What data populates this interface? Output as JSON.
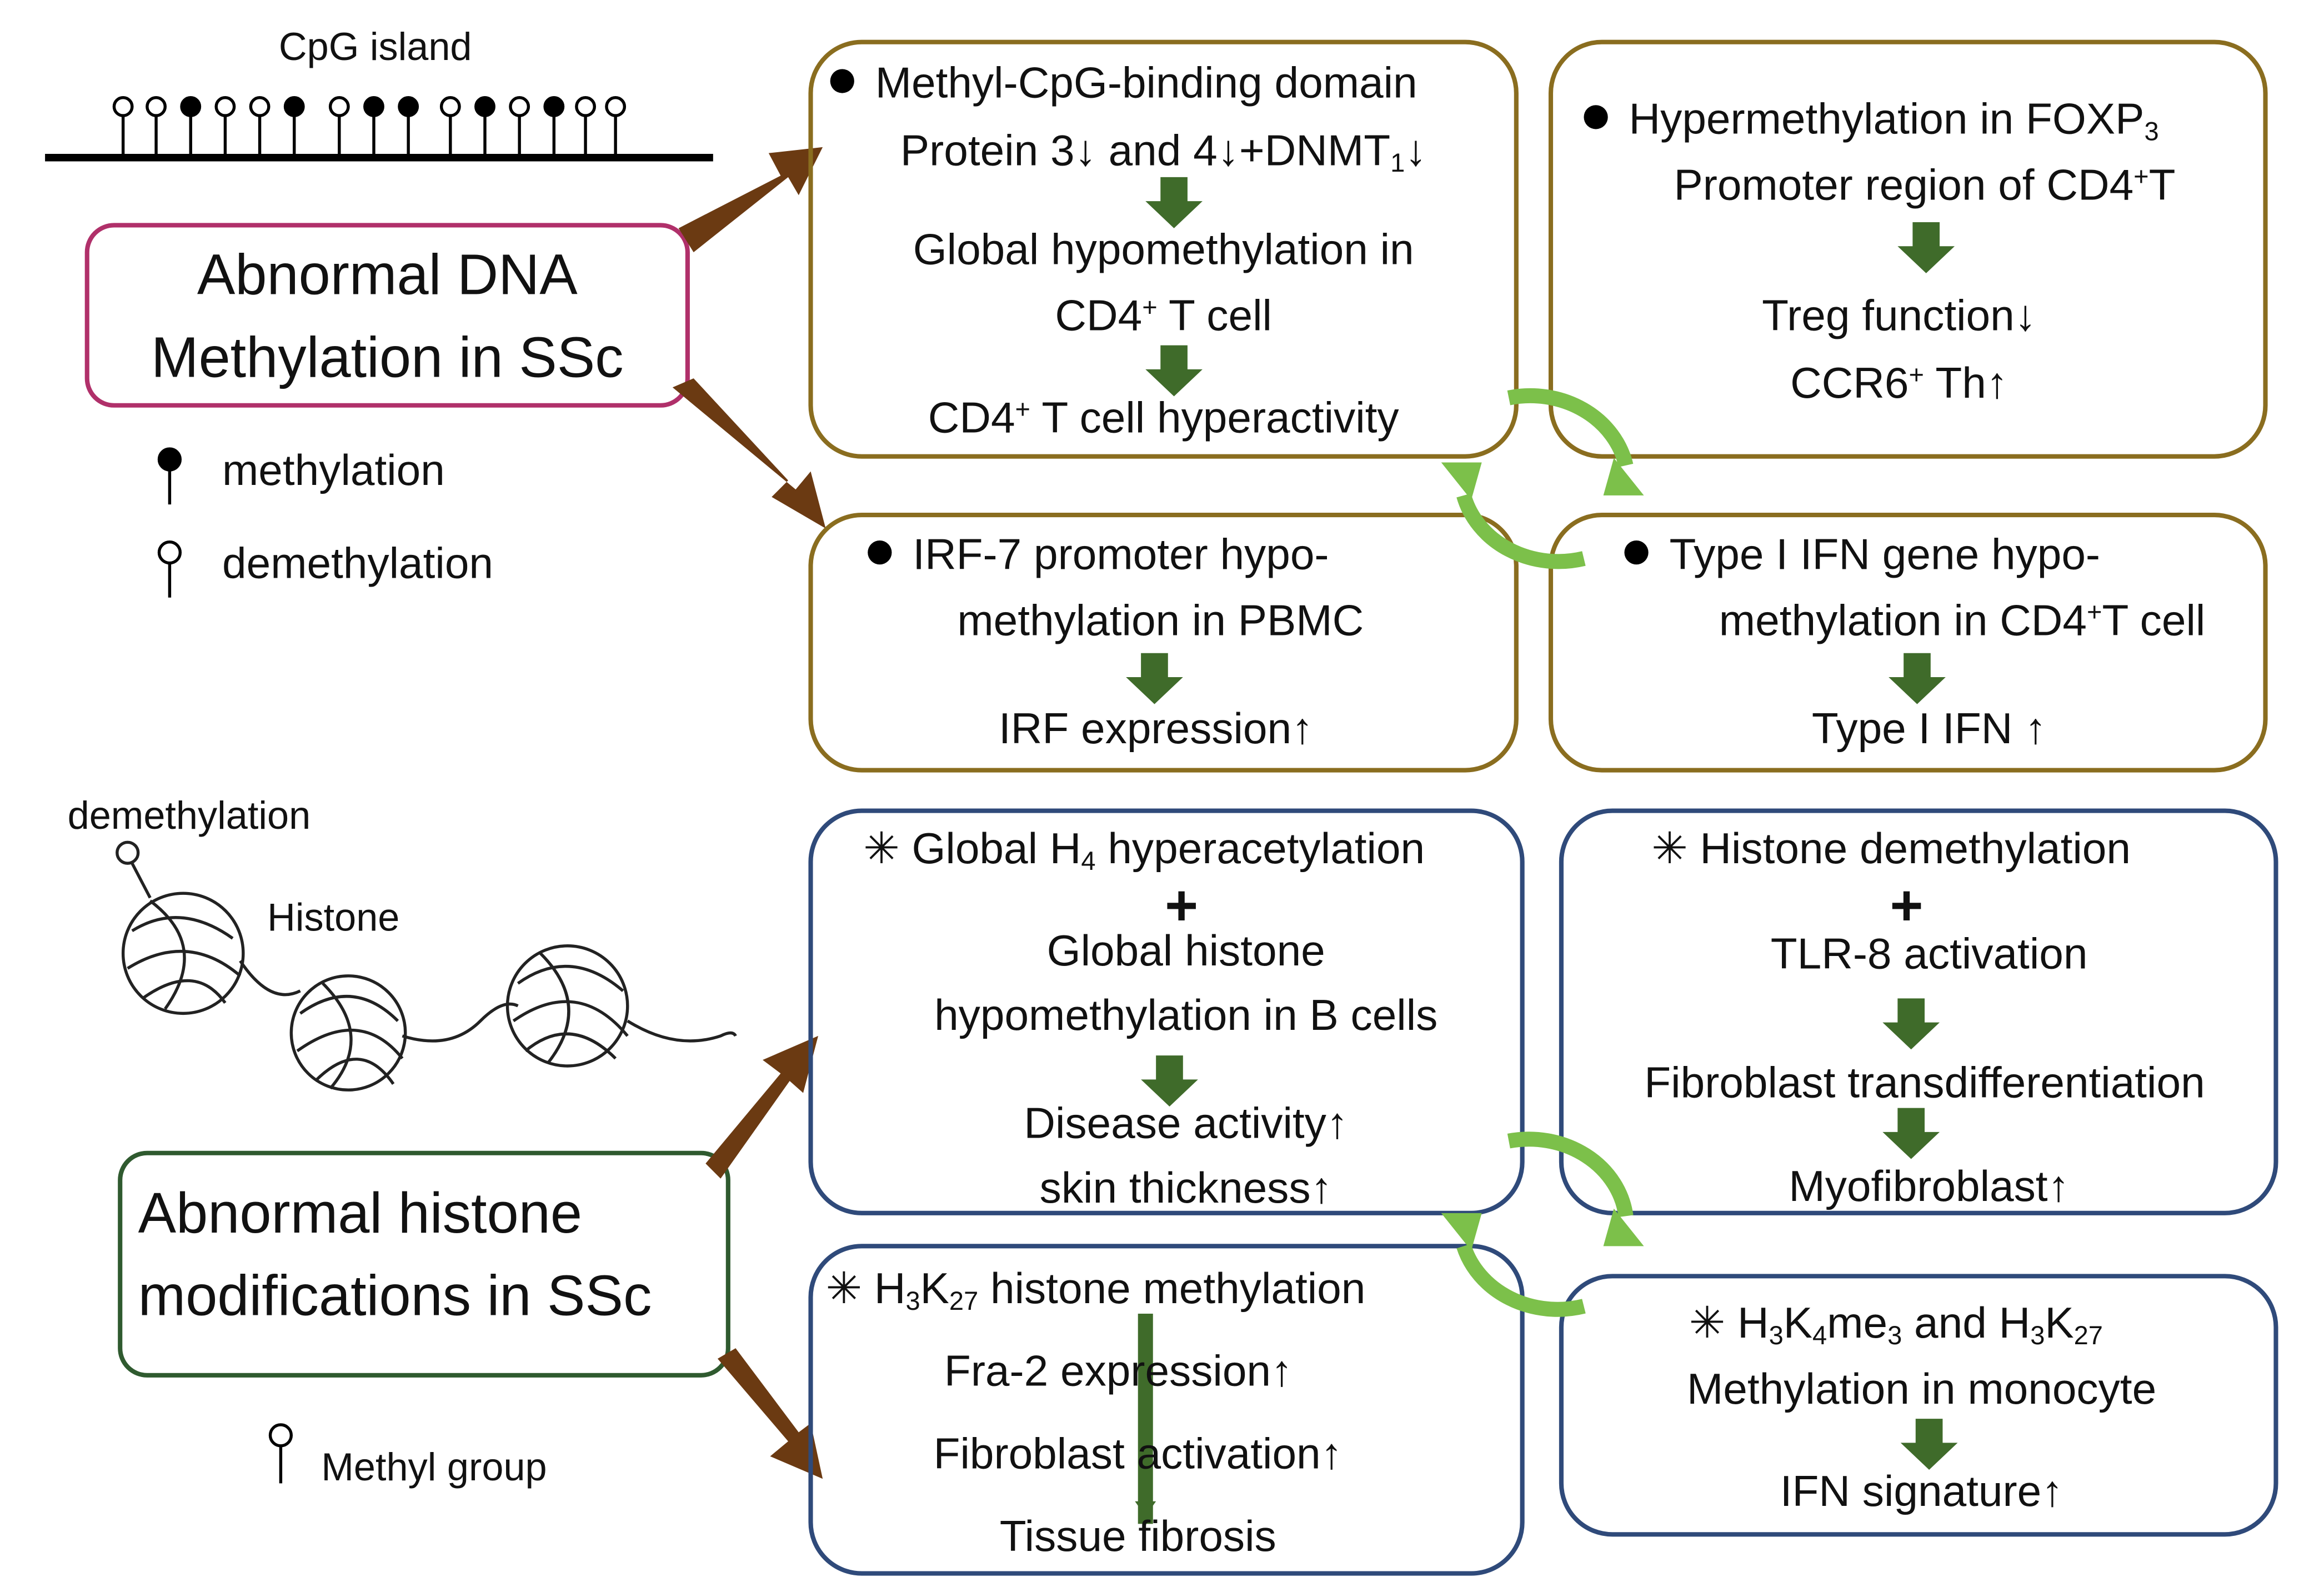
{
  "left": {
    "cpg_label": "CpG island",
    "dna_title_l1": "Abnormal DNA",
    "dna_title_l2": "Methylation in SSc",
    "legend_methylation": "methylation",
    "legend_demethylation": "demethylation",
    "histone_demethylation": "demethylation",
    "histone_label": "Histone",
    "histone_title_l1": "Abnormal histone",
    "histone_title_l2": "modifications in SSc",
    "methyl_group": "Methyl group"
  },
  "dna_box1": {
    "l1": "Methyl-CpG-binding domain",
    "l2a": "Protein 3↓ and 4↓+DNMT",
    "l2sub": "1",
    "l2b": "↓",
    "l3": "Global hypomethylation in",
    "l4a": "CD4",
    "l4sup": "+",
    "l4b": " T cell",
    "l5a": "CD4",
    "l5sup": "+",
    "l5b": " T cell hyperactivity"
  },
  "dna_box2": {
    "l1a": "Hypermethylation in FOXP",
    "l1sub": "3",
    "l2a": "Promoter region of CD4",
    "l2sup": "+",
    "l2b": "T",
    "l3": "Treg function↓",
    "l4a": "CCR6",
    "l4sup": "+",
    "l4b": " Th↑"
  },
  "dna_box3": {
    "l1": "IRF-7 promoter hypo-",
    "l2": "methylation in PBMC",
    "l3": "IRF expression↑"
  },
  "dna_box4": {
    "l1": "Type I IFN gene hypo-",
    "l2a": "methylation in CD4",
    "l2sup": "+",
    "l2b": "T cell",
    "l3": "Type I IFN ↑"
  },
  "hist_box1": {
    "star": "✳",
    "l1a": "Global H",
    "l1sub": "4",
    "l1b": " hyperacetylation",
    "plus": "+",
    "l2": "Global histone",
    "l3": "hypomethylation in B cells",
    "l4": "Disease activity↑",
    "l5": "skin thickness↑"
  },
  "hist_box2": {
    "star": "✳",
    "l1": "Histone demethylation",
    "plus": "+",
    "l2": "TLR-8 activation",
    "l3": "Fibroblast transdifferentiation",
    "l4": "Myofibroblast↑"
  },
  "hist_box3": {
    "star": "✳",
    "l1a": "H",
    "l1sub1": "3",
    "l1b": "K",
    "l1sub2": "27",
    "l1c": " histone methylation",
    "l2": "Fra-2 expression↑",
    "l3": "Fibroblast activation↑",
    "l4": "Tissue fibrosis"
  },
  "hist_box4": {
    "star": "✳",
    "l1a": "H",
    "l1sub1": "3",
    "l1b": "K",
    "l1sub2": "4",
    "l1c": "me",
    "l1sub3": "3",
    "l1d": " and H",
    "l1sub4": "3",
    "l1e": "K",
    "l1sub5": "27",
    "l2": "Methylation in monocyte",
    "l3": "IFN signature↑"
  },
  "colors": {
    "dna_border": "#8a6d1f",
    "histone_border": "#2f4a7a",
    "dna_title_border": "#b0306a",
    "histone_title_border": "#2f5a2f",
    "thick_arrow": "#6b3a12",
    "down_arrow": "#3f6b2a",
    "cycle_arrow": "#7cc04a"
  }
}
